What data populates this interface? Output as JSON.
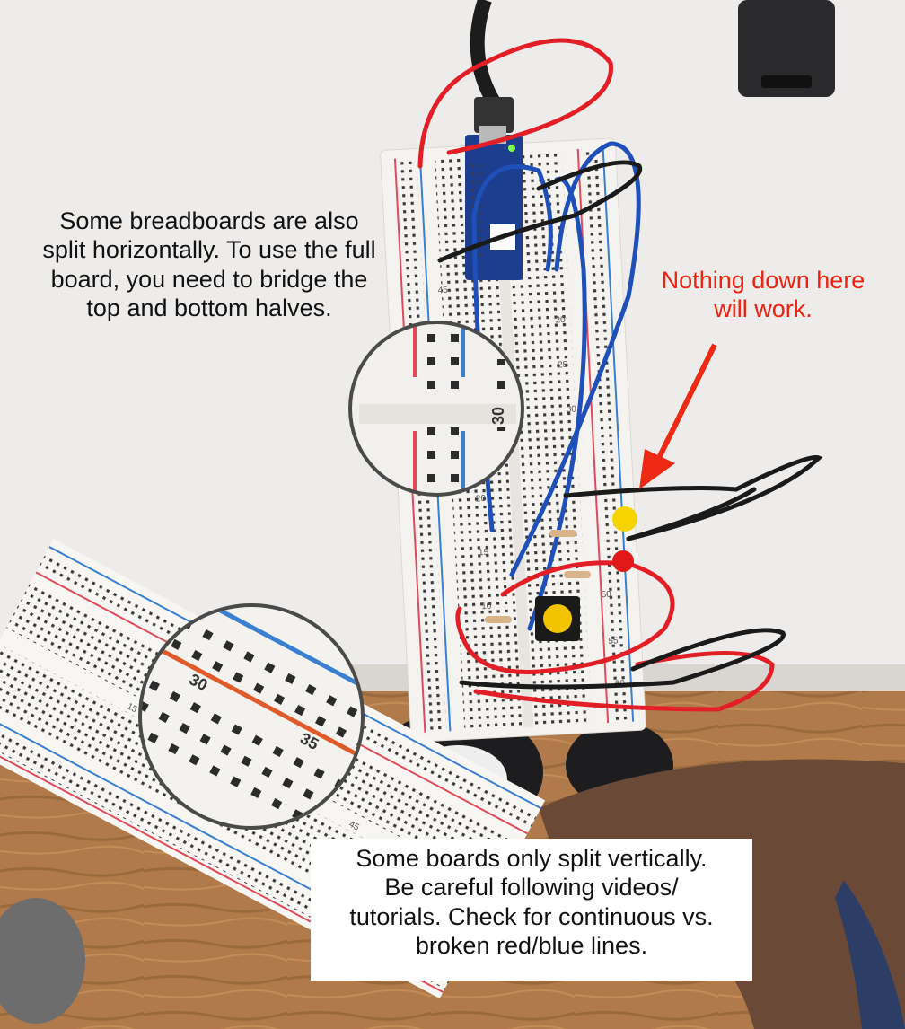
{
  "captions": {
    "top": {
      "lines": [
        "Some breadboards are also",
        "split horizontally. To use the full",
        "board, you need to bridge the",
        "top and bottom halves."
      ]
    },
    "warning": {
      "lines": [
        "Nothing down here",
        "will work."
      ],
      "color": "#ee2211"
    },
    "bottom": {
      "lines": [
        "Some boards only split vertically.",
        "Be careful following videos/",
        "tutorials. Check for continuous vs.",
        "broken red/blue lines."
      ]
    }
  },
  "board_labels": {
    "main": [
      "45",
      "20",
      "25",
      "30",
      "20",
      "15",
      "10",
      "50",
      "55",
      "60"
    ],
    "zoom_top": "30",
    "zoom_bottom": [
      "30",
      "35"
    ],
    "lower_board": [
      "15",
      "15",
      "45"
    ]
  },
  "colors": {
    "rail_red": "#e04a5a",
    "rail_blue": "#3a7fd0",
    "wire_red": "#e21f26",
    "wire_blue": "#1f4fb8",
    "wire_black": "#1a1a1a",
    "led_yellow": "#f6d400",
    "led_red": "#e01818",
    "button_cap": "#f2c400",
    "arrow": "#ee2a14"
  },
  "icons": [
    "arduino-nano-board",
    "push-button",
    "yellow-led",
    "red-led",
    "resistor",
    "usb-cable",
    "magnifier-circle",
    "arrow-icon"
  ]
}
